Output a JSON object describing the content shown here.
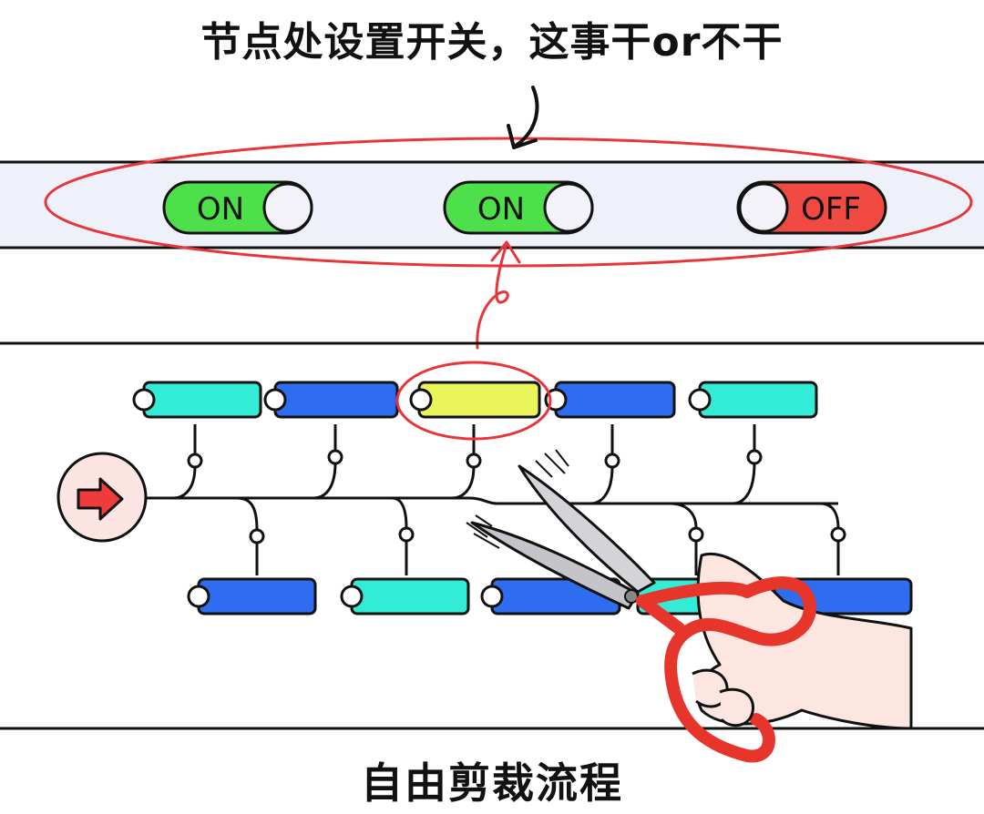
{
  "header": {
    "title": "节点处设置开关，这事干or不干"
  },
  "footer": {
    "title": "自由剪裁流程"
  },
  "switches": [
    {
      "label": "ON",
      "state": "on",
      "color": "#4ee04a"
    },
    {
      "label": "ON",
      "state": "on",
      "color": "#4ee04a"
    },
    {
      "label": "OFF",
      "state": "off",
      "color": "#f04a43"
    }
  ],
  "colors": {
    "band": "#eef0fa",
    "annotation": "#e8353a",
    "node_teal": "#33ecd6",
    "node_blue": "#2f6df0",
    "node_yellow": "#e9f55a",
    "start_circle": "#fbe4e2",
    "start_arrow": "#ef3b3b",
    "scissor_handle": "#e8352c"
  },
  "flow": {
    "start_icon": "arrow-right-icon",
    "top_nodes": [
      {
        "color": "teal"
      },
      {
        "color": "blue"
      },
      {
        "color": "yellow",
        "highlighted": true
      },
      {
        "color": "blue"
      },
      {
        "color": "teal"
      }
    ],
    "bottom_nodes": [
      {
        "color": "blue"
      },
      {
        "color": "teal"
      },
      {
        "color": "blue"
      },
      {
        "color": "teal"
      },
      {
        "color": "blue"
      }
    ]
  },
  "illustration": {
    "icon": "scissors-in-hand-icon"
  }
}
